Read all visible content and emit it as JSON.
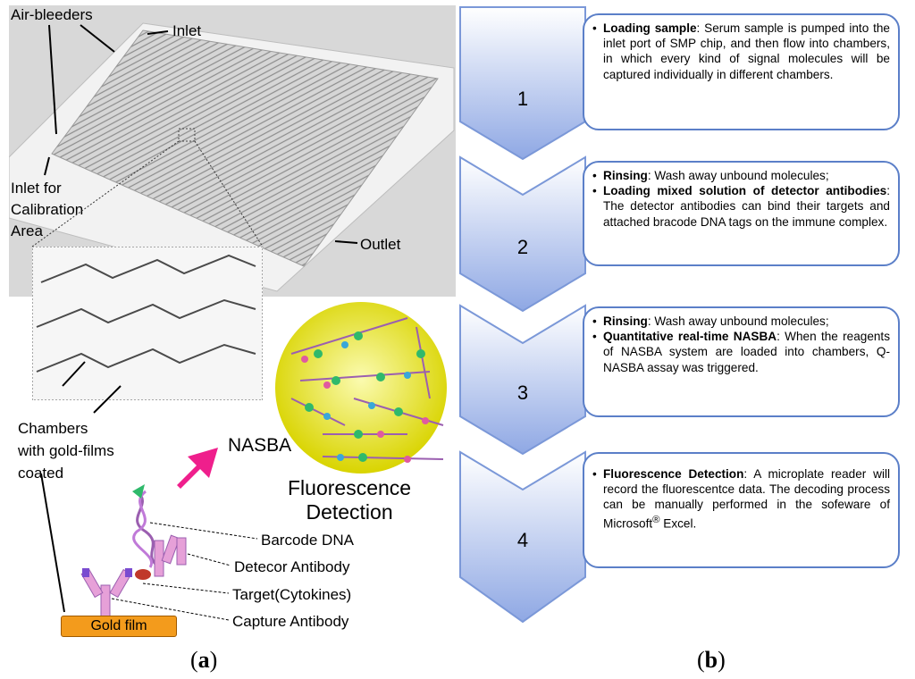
{
  "colors": {
    "chip_bg": "#dcdcdc",
    "chevron_top": "#ffffff",
    "chevron_bottom": "#8fa8e4",
    "chevron_border": "#7b98d8",
    "box_border": "#5b7fc8",
    "gold_film": "#f39b1c",
    "arrow_magenta": "#ef1f8c",
    "circle_fill": "#e8e600"
  },
  "panel_a": {
    "label_letter": "a",
    "chip_labels": {
      "air_bleeders": "Air-bleeders",
      "inlet": "Inlet",
      "inlet_calibration": "Inlet for\nCalibration\nArea",
      "outlet": "Outlet"
    },
    "chambers_label": "Chambers\nwith gold-films\ncoated",
    "nasba_label": "NASBA",
    "fluorescence_label": "Fluorescence\nDetection",
    "molecule_labels": {
      "barcode_dna": "Barcode DNA",
      "detector_antibody": "Detecor Antibody",
      "target": "Target(Cytokines)",
      "capture_antibody": "Capture Antibody"
    },
    "gold_film": "Gold film"
  },
  "panel_b": {
    "label_letter": "b",
    "steps": [
      {
        "number": "1",
        "bullets": [
          {
            "bold": "Loading sample",
            "text": ":  Serum sample is pumped into the inlet port of SMP chip, and then flow into chambers, in which every kind of signal molecules will be captured individually in different chambers."
          }
        ]
      },
      {
        "number": "2",
        "bullets": [
          {
            "bold": "Rinsing",
            "text": ": Wash away unbound molecules;"
          },
          {
            "bold": "Loading mixed solution of detector antibodies",
            "text": ": The detector antibodies can bind their targets and attached bracode DNA tags on the immune complex."
          }
        ]
      },
      {
        "number": "3",
        "bullets": [
          {
            "bold": "Rinsing",
            "text": ": Wash away unbound molecules;"
          },
          {
            "bold": "Quantitative real-time NASBA",
            "text": ": When the reagents of NASBA system are loaded into chambers, Q-NASBA assay was triggered."
          }
        ]
      },
      {
        "number": "4",
        "bullets": [
          {
            "bold": " Fluorescence Detection",
            "text": ": A microplate reader will record the fluorescentce data. The decoding process can be manually performed in the sofeware of Microsoft",
            "sup": "®",
            "tail": " Excel."
          }
        ]
      }
    ]
  }
}
